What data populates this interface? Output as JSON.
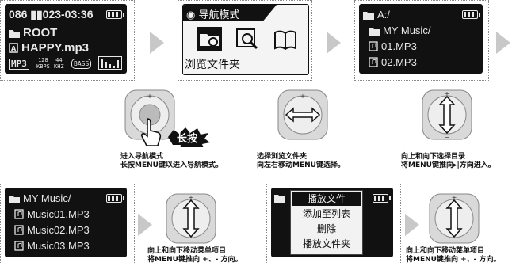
{
  "screen1": {
    "line1": "086 ▮▮023-03:36",
    "line2": "ROOT",
    "line3": "HAPPY.mp3",
    "format": "MP3",
    "bitrate_top": "128",
    "bitrate_bottom": "KBPS",
    "rate_top": "44",
    "rate_bottom": "KHZ",
    "eq": "BASS"
  },
  "screen2": {
    "title": "导航模式",
    "footer": "浏览文件夹"
  },
  "screen3": {
    "path": "A:/",
    "items": [
      "MY Music/",
      "01.MP3",
      "02.MP3"
    ]
  },
  "screen4": {
    "items": [
      "MY Music/",
      "Music01.MP3",
      "Music02.MP3",
      "Music03.MP3"
    ]
  },
  "screen5": {
    "menu": [
      "播放文件",
      "添加至列表",
      "删除",
      "播放文件夹"
    ]
  },
  "press_label": "长按",
  "captions": {
    "c1": [
      "进入导航模式",
      "长按MENU键以进入导航模式。"
    ],
    "c2": [
      "选择浏览文件夹",
      "向左右移动MENU键选择。"
    ],
    "c3": [
      "向上和向下选择目录",
      "将MENU键推向▸|方向进入。"
    ],
    "c4": [
      "向上和向下移动菜单项目",
      "将MENU键推向 +、- 方向。"
    ],
    "c5": [
      "向上和向下移动菜单项目",
      "将MENU键推向 +、- 方向。"
    ]
  },
  "colors": {
    "lcd_bg": "#111111",
    "lcd_text": "#e8e8e8",
    "arrow": "#c8c8c8",
    "frame": "#8a8a8a"
  }
}
